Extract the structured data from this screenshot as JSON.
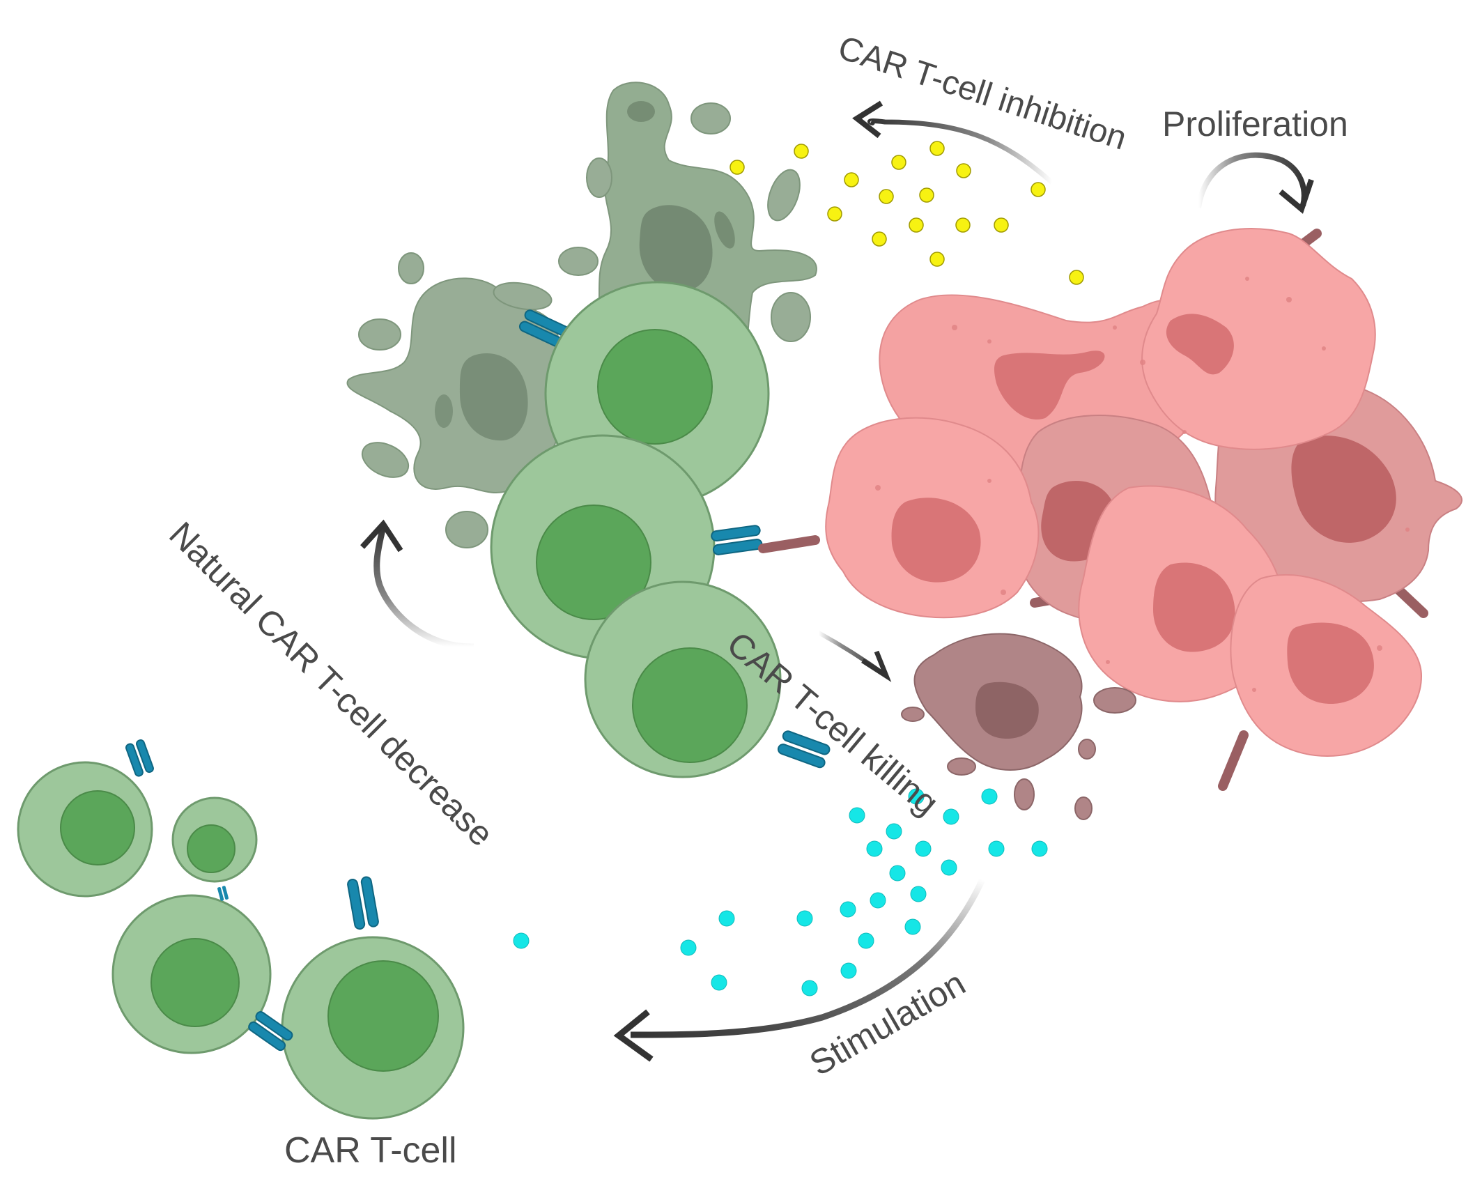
{
  "labels": {
    "inhibition": "CAR T-cell inhibition",
    "proliferation": "Proliferation",
    "natural_decrease": "Natural CAR T-cell decrease",
    "killing": "CAR T-cell killing",
    "stimulation": "Stimulation",
    "car_t_cell": "CAR T-cell"
  },
  "colors": {
    "t_cell_outer": "#9dc79b",
    "t_cell_nucleus": "#5ba65a",
    "exhausted_cell": "#9ab298",
    "exhausted_nucleus": "#768b74",
    "tumor_cell": "#f7a6a6",
    "tumor_nucleus": "#d97577",
    "dying_cell": "#b08587",
    "receptor": "#1888ad",
    "yellow_particle": "#f7f212",
    "cyan_particle": "#15e6e6",
    "arrow": "#444444",
    "text": "#4a4a4a"
  }
}
